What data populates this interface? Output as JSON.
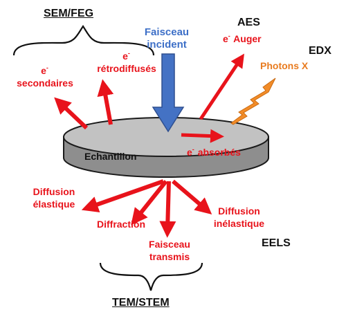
{
  "colors": {
    "red": "#e8131b",
    "blue": "#4472c4",
    "orange": "#f28c28",
    "disk_top": "#bfbfbf",
    "disk_side": "#8c8c8c",
    "text_dark": "#111111"
  },
  "labels": {
    "sem_feg": "SEM/FEG",
    "tem_stem": "TEM/STEM",
    "aes": "AES",
    "edx": "EDX",
    "eels": "EELS",
    "faisceau_incident_1": "Faisceau",
    "faisceau_incident_2": "incident",
    "e_sup": "-",
    "e_auger": "e",
    "auger": "Auger",
    "photons_x": "Photons X",
    "e_secondaires_1": "e",
    "e_secondaires_2": "secondaires",
    "e_retro_1": "e",
    "e_retro_2": "rétrodiffusés",
    "echantillon": "Echantillon",
    "e_absorbes_1": "e",
    "e_absorbes_2": "absorbés",
    "diffusion_elastique_1": "Diffusion",
    "diffusion_elastique_2": "élastique",
    "diffraction": "Diffraction",
    "faisceau_transmis_1": "Faisceau",
    "faisceau_transmis_2": "transmis",
    "diffusion_inelastique_1": "Diffusion",
    "diffusion_inelastique_2": "inélastique"
  }
}
